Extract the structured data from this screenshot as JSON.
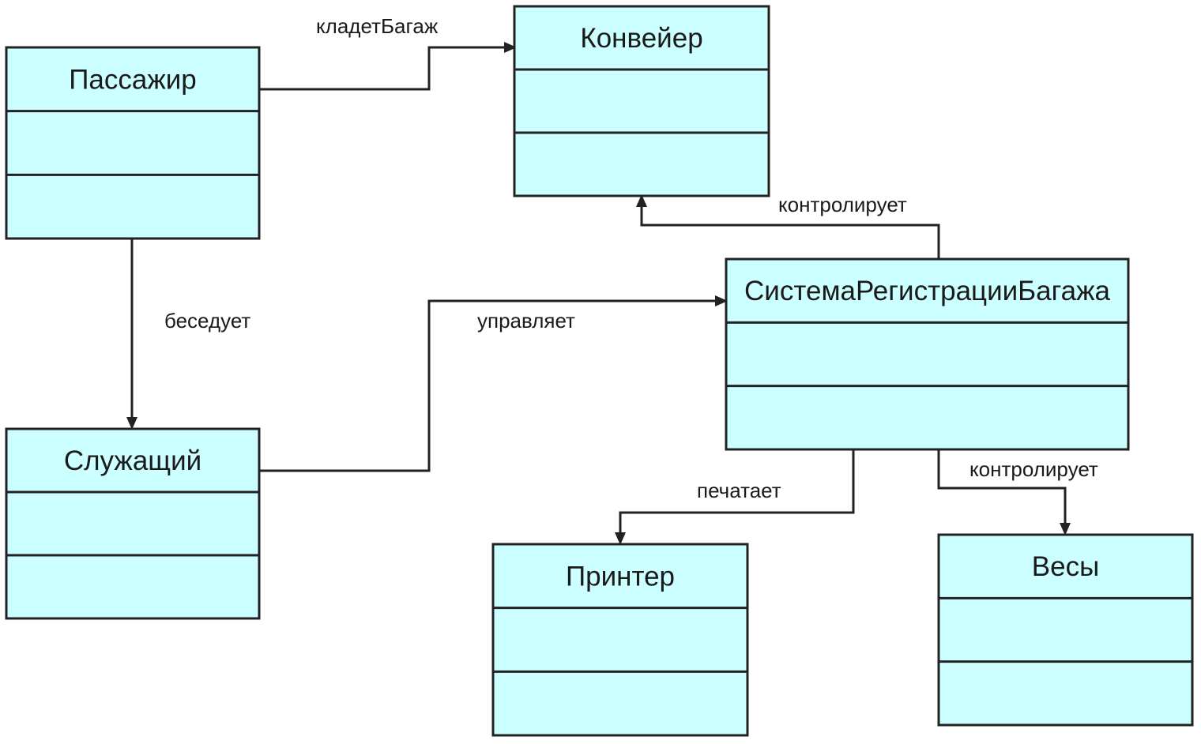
{
  "colors": {
    "class_fill": "#ccffff",
    "line": "#222222"
  },
  "classes": [
    {
      "id": "passenger",
      "name": "Пассажир"
    },
    {
      "id": "conveyor",
      "name": "Конвейер"
    },
    {
      "id": "clerk",
      "name": "Служащий"
    },
    {
      "id": "baggage-system",
      "name": "СистемаРегистрацииБагажа"
    },
    {
      "id": "printer",
      "name": "Принтер"
    },
    {
      "id": "scales",
      "name": "Весы"
    }
  ],
  "relations": [
    {
      "id": "puts-baggage",
      "from": "passenger",
      "to": "conveyor",
      "label": "кладетБагаж"
    },
    {
      "id": "talks",
      "from": "passenger",
      "to": "clerk",
      "label": "беседует"
    },
    {
      "id": "manages",
      "from": "clerk",
      "to": "baggage-system",
      "label": "управляет"
    },
    {
      "id": "controls-conveyor",
      "from": "baggage-system",
      "to": "conveyor",
      "label": "контролирует"
    },
    {
      "id": "prints",
      "from": "baggage-system",
      "to": "printer",
      "label": "печатает"
    },
    {
      "id": "controls-scales",
      "from": "baggage-system",
      "to": "scales",
      "label": "контролирует"
    }
  ]
}
